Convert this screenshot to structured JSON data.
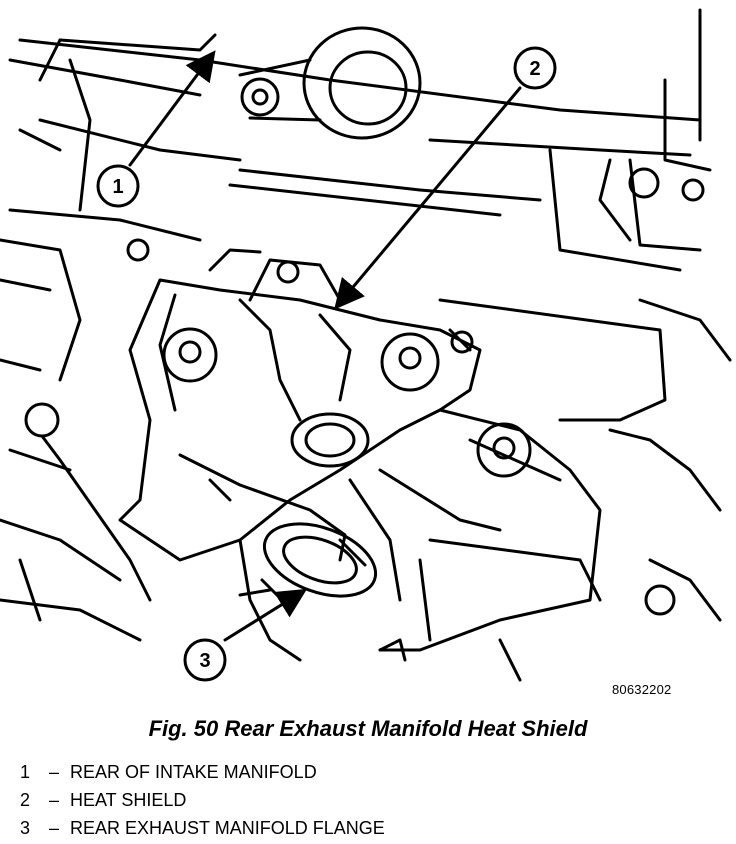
{
  "figure": {
    "id_code": "80632202",
    "caption": "Fig. 50 Rear Exhaust Manifold Heat Shield",
    "callouts": [
      {
        "number": "1",
        "label": "REAR OF INTAKE MANIFOLD"
      },
      {
        "number": "2",
        "label": "HEAT SHIELD"
      },
      {
        "number": "3",
        "label": "REAR EXHAUST MANIFOLD FLANGE"
      }
    ],
    "separator": "–"
  },
  "colors": {
    "ink": "#000000",
    "paper": "#ffffff"
  }
}
